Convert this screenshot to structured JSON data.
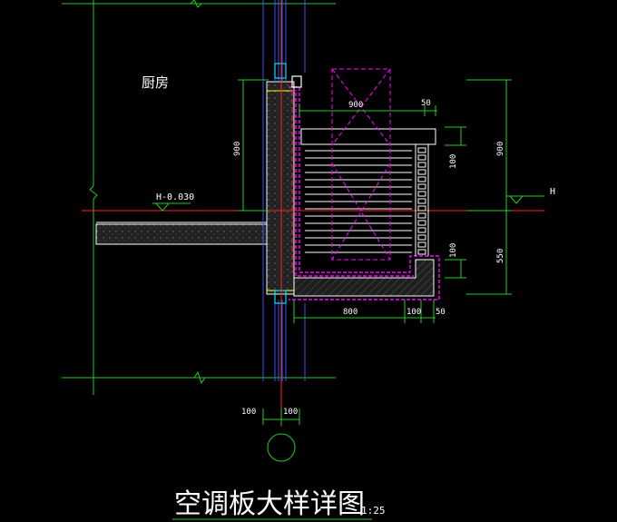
{
  "drawing": {
    "room_label": "厨房",
    "level_label": "H-0.030",
    "level_mark_right": "H",
    "title": "空调板大样详图",
    "scale": "1:25"
  },
  "dimensions": {
    "top_width": "900",
    "top_offset": "50",
    "left_height": "900",
    "right_upper": "900",
    "right_lower": "550",
    "louver_gap_upper": "100",
    "louver_gap_lower": "100",
    "bottom_main": "800",
    "bottom_mid": "100",
    "bottom_right": "50",
    "wall_left": "100",
    "wall_right": "100"
  },
  "colors": {
    "background": "#000000",
    "dimension_line": "#22cc22",
    "wall_outline": "#ffffff",
    "wall_fill": "#2a2a2a",
    "insulation": "#ff00ff",
    "axis": "#ff2222",
    "window": "#3355ff",
    "window_frame": "#00e5ff",
    "louver": "#ffffff",
    "slab_edge": "#ffff00"
  }
}
